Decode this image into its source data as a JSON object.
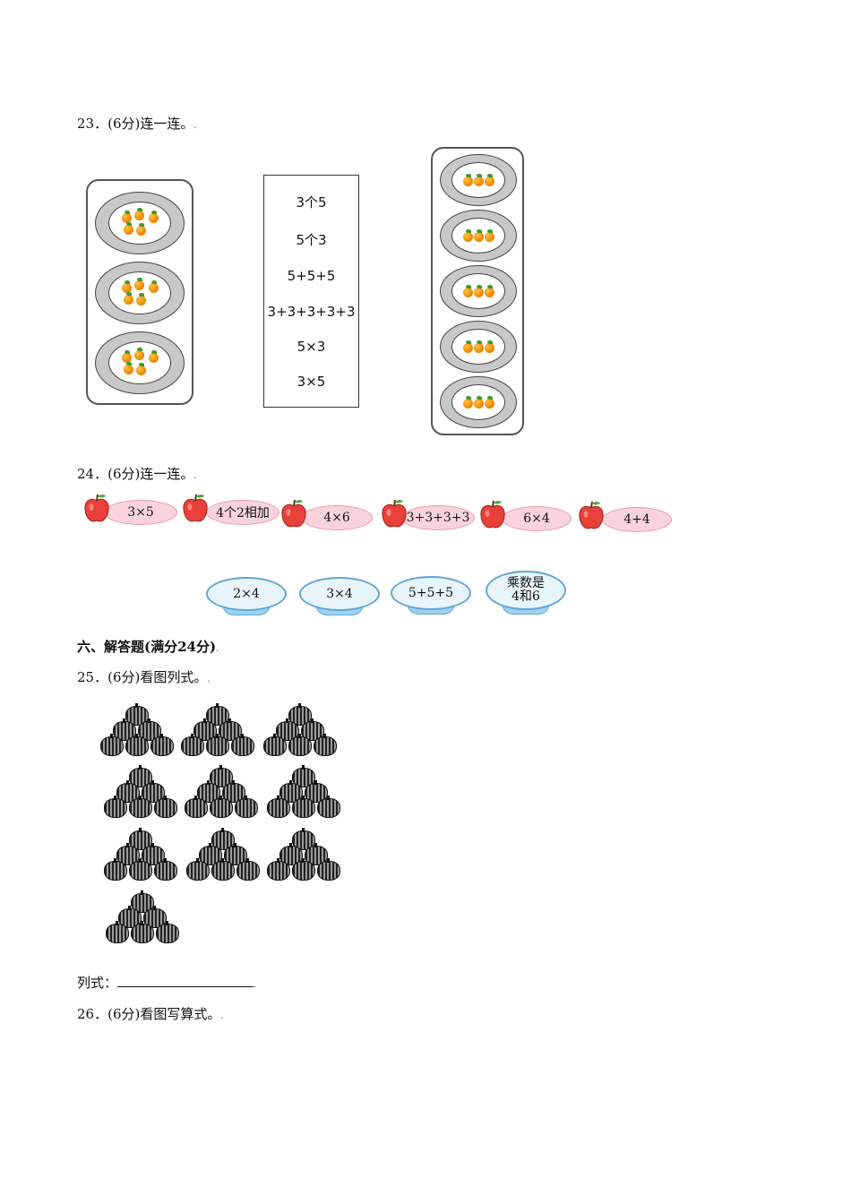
{
  "q23": {
    "title": "23．(6分)连一连。",
    "tail": ".",
    "expressions": [
      "3个5",
      "5个3",
      "5+5+5",
      "3+3+3+3+3",
      "5×3",
      "3×5"
    ]
  },
  "q24": {
    "title": "24．(6分)连一连。",
    "tail": ".",
    "apples": [
      "3×5",
      "4个2相加",
      "4×6",
      "3+3+3+3",
      "6×4",
      "4+4"
    ],
    "dishes": [
      "2×4",
      "3×4",
      "5+5+5"
    ],
    "dish_big_line1": "乘数是",
    "dish_big_line2": "4和6"
  },
  "section6": {
    "title": "六、解答题(满分24分)",
    "tail": "."
  },
  "q25": {
    "title": "25．(6分)看图列式。",
    "tail": ".",
    "answer_label": "列式：",
    "answer_tail": "."
  },
  "q26": {
    "title": "26．(6分)看图写算式。",
    "tail": "."
  },
  "colors": {
    "plate_rim": "#c8c8c8",
    "orange": "#f08a00",
    "oval_pink": "#f9d3dc",
    "dish_blue": "#5fa6d6",
    "apple_red": "#e8403a"
  }
}
